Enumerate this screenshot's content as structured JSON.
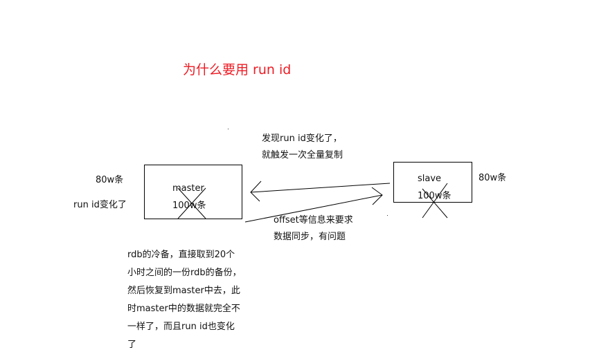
{
  "title": "为什么要用 run id",
  "master": {
    "label": "master",
    "count": "100w条"
  },
  "slave": {
    "label": "slave",
    "count": "100w条"
  },
  "left_notes": {
    "count": "80w条",
    "changed": "run id变化了"
  },
  "right_note": "80w条",
  "top_arrow_note": [
    "发现run id变化了，",
    "就触发一次全量复制"
  ],
  "bottom_arrow_note": [
    "offset等信息来要求",
    "数据同步，有问题"
  ],
  "rdb_note": [
    "rdb的冷备，直接取到20个",
    "小时之间的一份rdb的备份，",
    "然后恢复到master中去，此",
    "时master中的数据就完全不",
    "一样了，而且run id也变化",
    "了"
  ],
  "colors": {
    "title": "#ec1c24",
    "text": "#111111",
    "lines": "#000000"
  }
}
